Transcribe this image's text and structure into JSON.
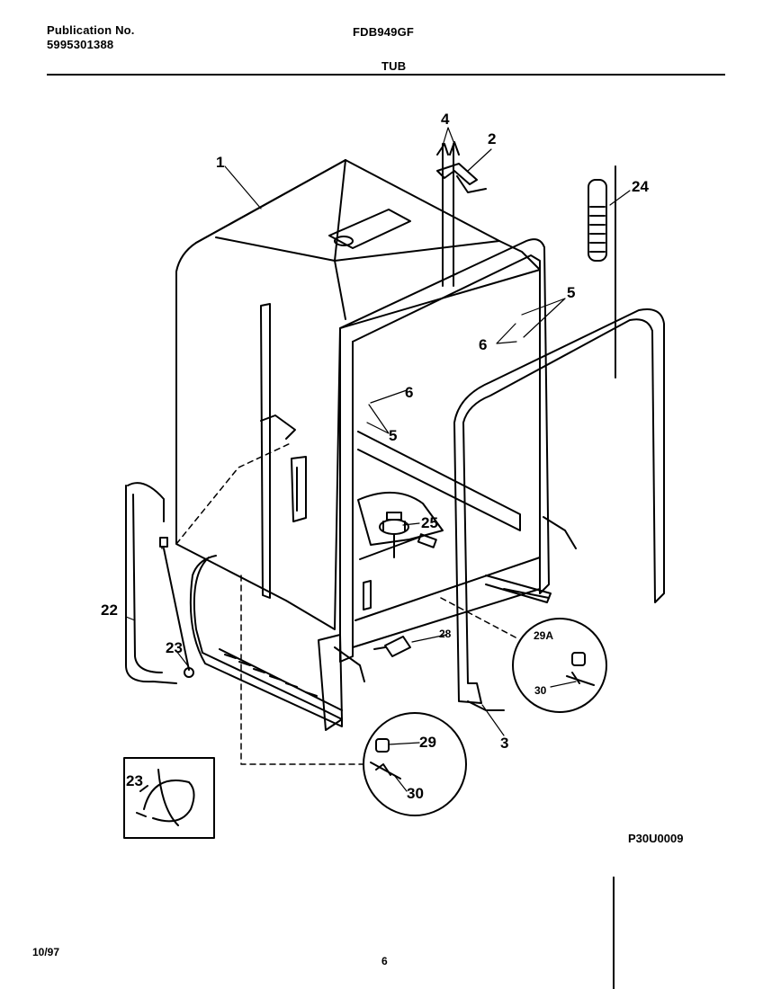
{
  "header": {
    "publication_label": "Publication No.",
    "publication_number": "5995301388",
    "model": "FDB949GF",
    "section": "TUB"
  },
  "callouts": {
    "c1": "1",
    "c2": "2",
    "c3": "3",
    "c4": "4",
    "c5a": "5",
    "c5b": "5",
    "c6a": "6",
    "c6b": "6",
    "c22": "22",
    "c23a": "23",
    "c23b": "23",
    "c24": "24",
    "c25": "25",
    "c28": "28",
    "c29": "29",
    "c29a": "29A",
    "c30a": "30",
    "c30b": "30"
  },
  "footer": {
    "figure_code": "P30U0009",
    "date": "10/97",
    "page": "6"
  }
}
